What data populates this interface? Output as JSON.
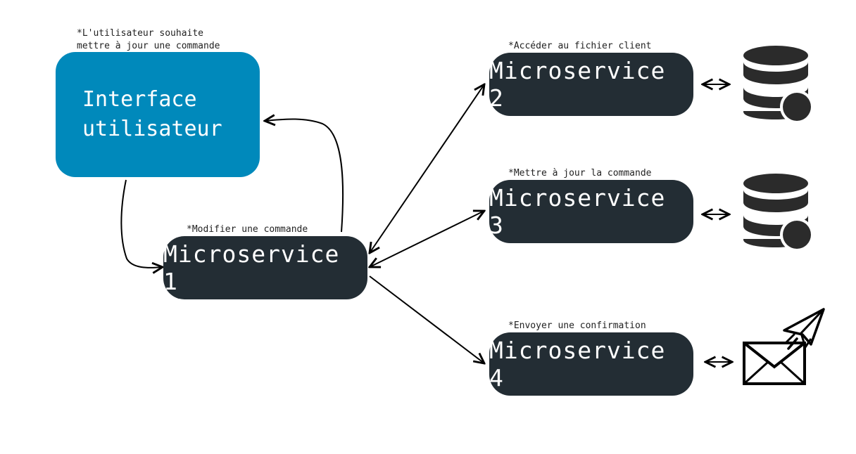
{
  "notes": {
    "user": "*L'utilisateur souhaite\nmettre à jour une commande",
    "ms1": "*Modifier une commande",
    "ms2": "*Accéder au fichier client",
    "ms3": "*Mettre à jour la commande",
    "ms4": "*Envoyer une confirmation"
  },
  "ui_box": {
    "line1": "Interface",
    "line2": "utilisateur",
    "color": "#0089bb"
  },
  "microservices": [
    {
      "label": "Microservice 1"
    },
    {
      "label": "Microservice 2"
    },
    {
      "label": "Microservice 3"
    },
    {
      "label": "Microservice 4"
    }
  ],
  "colors": {
    "service_box": "#232d34",
    "arrow": "#000000"
  },
  "icons": [
    "database-icon",
    "database-icon",
    "email-send-icon"
  ]
}
